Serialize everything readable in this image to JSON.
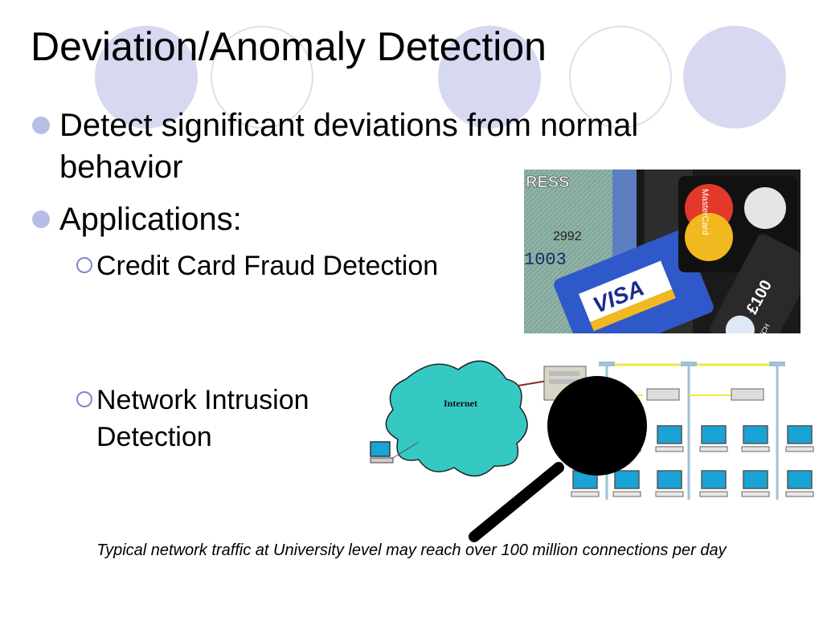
{
  "slide": {
    "title": "Deviation/Anomaly Detection",
    "bullets": [
      {
        "text": "Detect significant deviations from normal",
        "text_cont": "behavior"
      },
      {
        "text": "Applications:"
      }
    ],
    "sub_bullets": [
      {
        "text": "Credit Card Fraud Detection"
      },
      {
        "text": "Network Intrusion",
        "text_cont": "Detection"
      }
    ],
    "caption": "Typical network traffic at University level may reach over 100 million connections per day",
    "images": {
      "cards": {
        "texts": [
          "RESS",
          "2992",
          "1003",
          "VISA",
          "MasterCard",
          "SWITCH",
          "£100"
        ]
      },
      "network": {
        "cloud_label": "Internet"
      }
    }
  },
  "colors": {
    "decor_circle": "#d6d9f0",
    "bullet": "#b8bde6",
    "internet_cloud": "#35c9c4",
    "monitor_screen": "#1aa3d6",
    "magnifier": "#000000"
  }
}
